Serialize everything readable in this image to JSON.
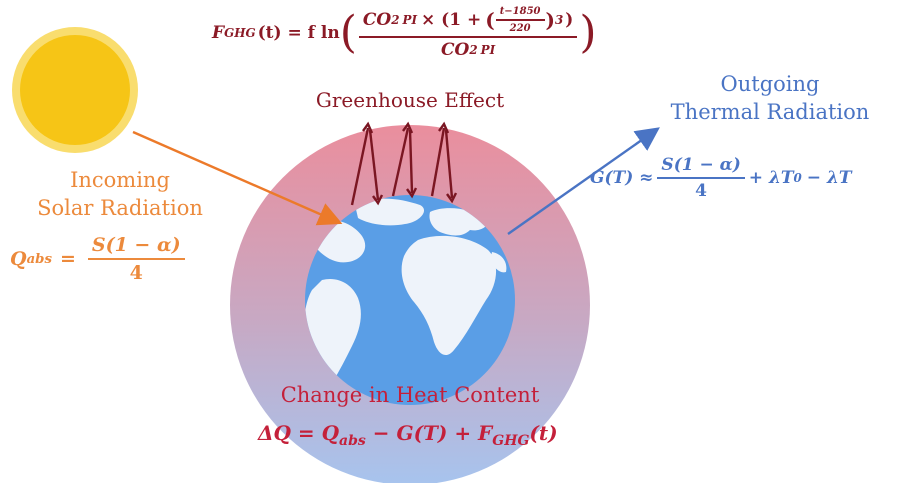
{
  "labels": {
    "greenhouse": "Greenhouse Effect",
    "incoming_line1": "Incoming",
    "incoming_line2": "Solar Radiation",
    "outgoing_line1": "Outgoing",
    "outgoing_line2": "Thermal Radiation",
    "heat_content": "Change in Heat Content"
  },
  "equations": {
    "forcing": {
      "lhs": "F",
      "lhs_sub": "GHG",
      "arg": "(t) = f ln",
      "co2": "CO",
      "two": "2",
      "pi": "PI",
      "times": "× (1 +",
      "inner_num": "t−1850",
      "inner_den": "220",
      "cube": "3",
      "close": ")"
    },
    "q_abs": {
      "lhs": "Q",
      "lhs_sub": "abs",
      "eq": "=",
      "num": "S(1 − α)",
      "den": "4"
    },
    "outgoing": {
      "lhs": "G(T) ≈",
      "num": "S(1 − α)",
      "den": "4",
      "rhs": "+ λT",
      "rhs_sub": "0",
      "tail": "− λT"
    },
    "balance": {
      "delta": "ΔQ = Q",
      "sub1": "abs",
      "mid": "− G(T) + F",
      "sub2": "GHG",
      "tail": "(t)"
    }
  },
  "colors": {
    "solar": "#f5c518",
    "solar_halo": "#f9dd6e",
    "incoming": "#ec8a3c",
    "outgoing": "#4a74c4",
    "greenhouse": "#8b1a26",
    "heat": "#c4203a",
    "atmosphere_top": "#e98f9e",
    "atmosphere_bottom": "#a9c3ec",
    "ocean": "#5a9ee6",
    "land": "#eef3fa"
  }
}
